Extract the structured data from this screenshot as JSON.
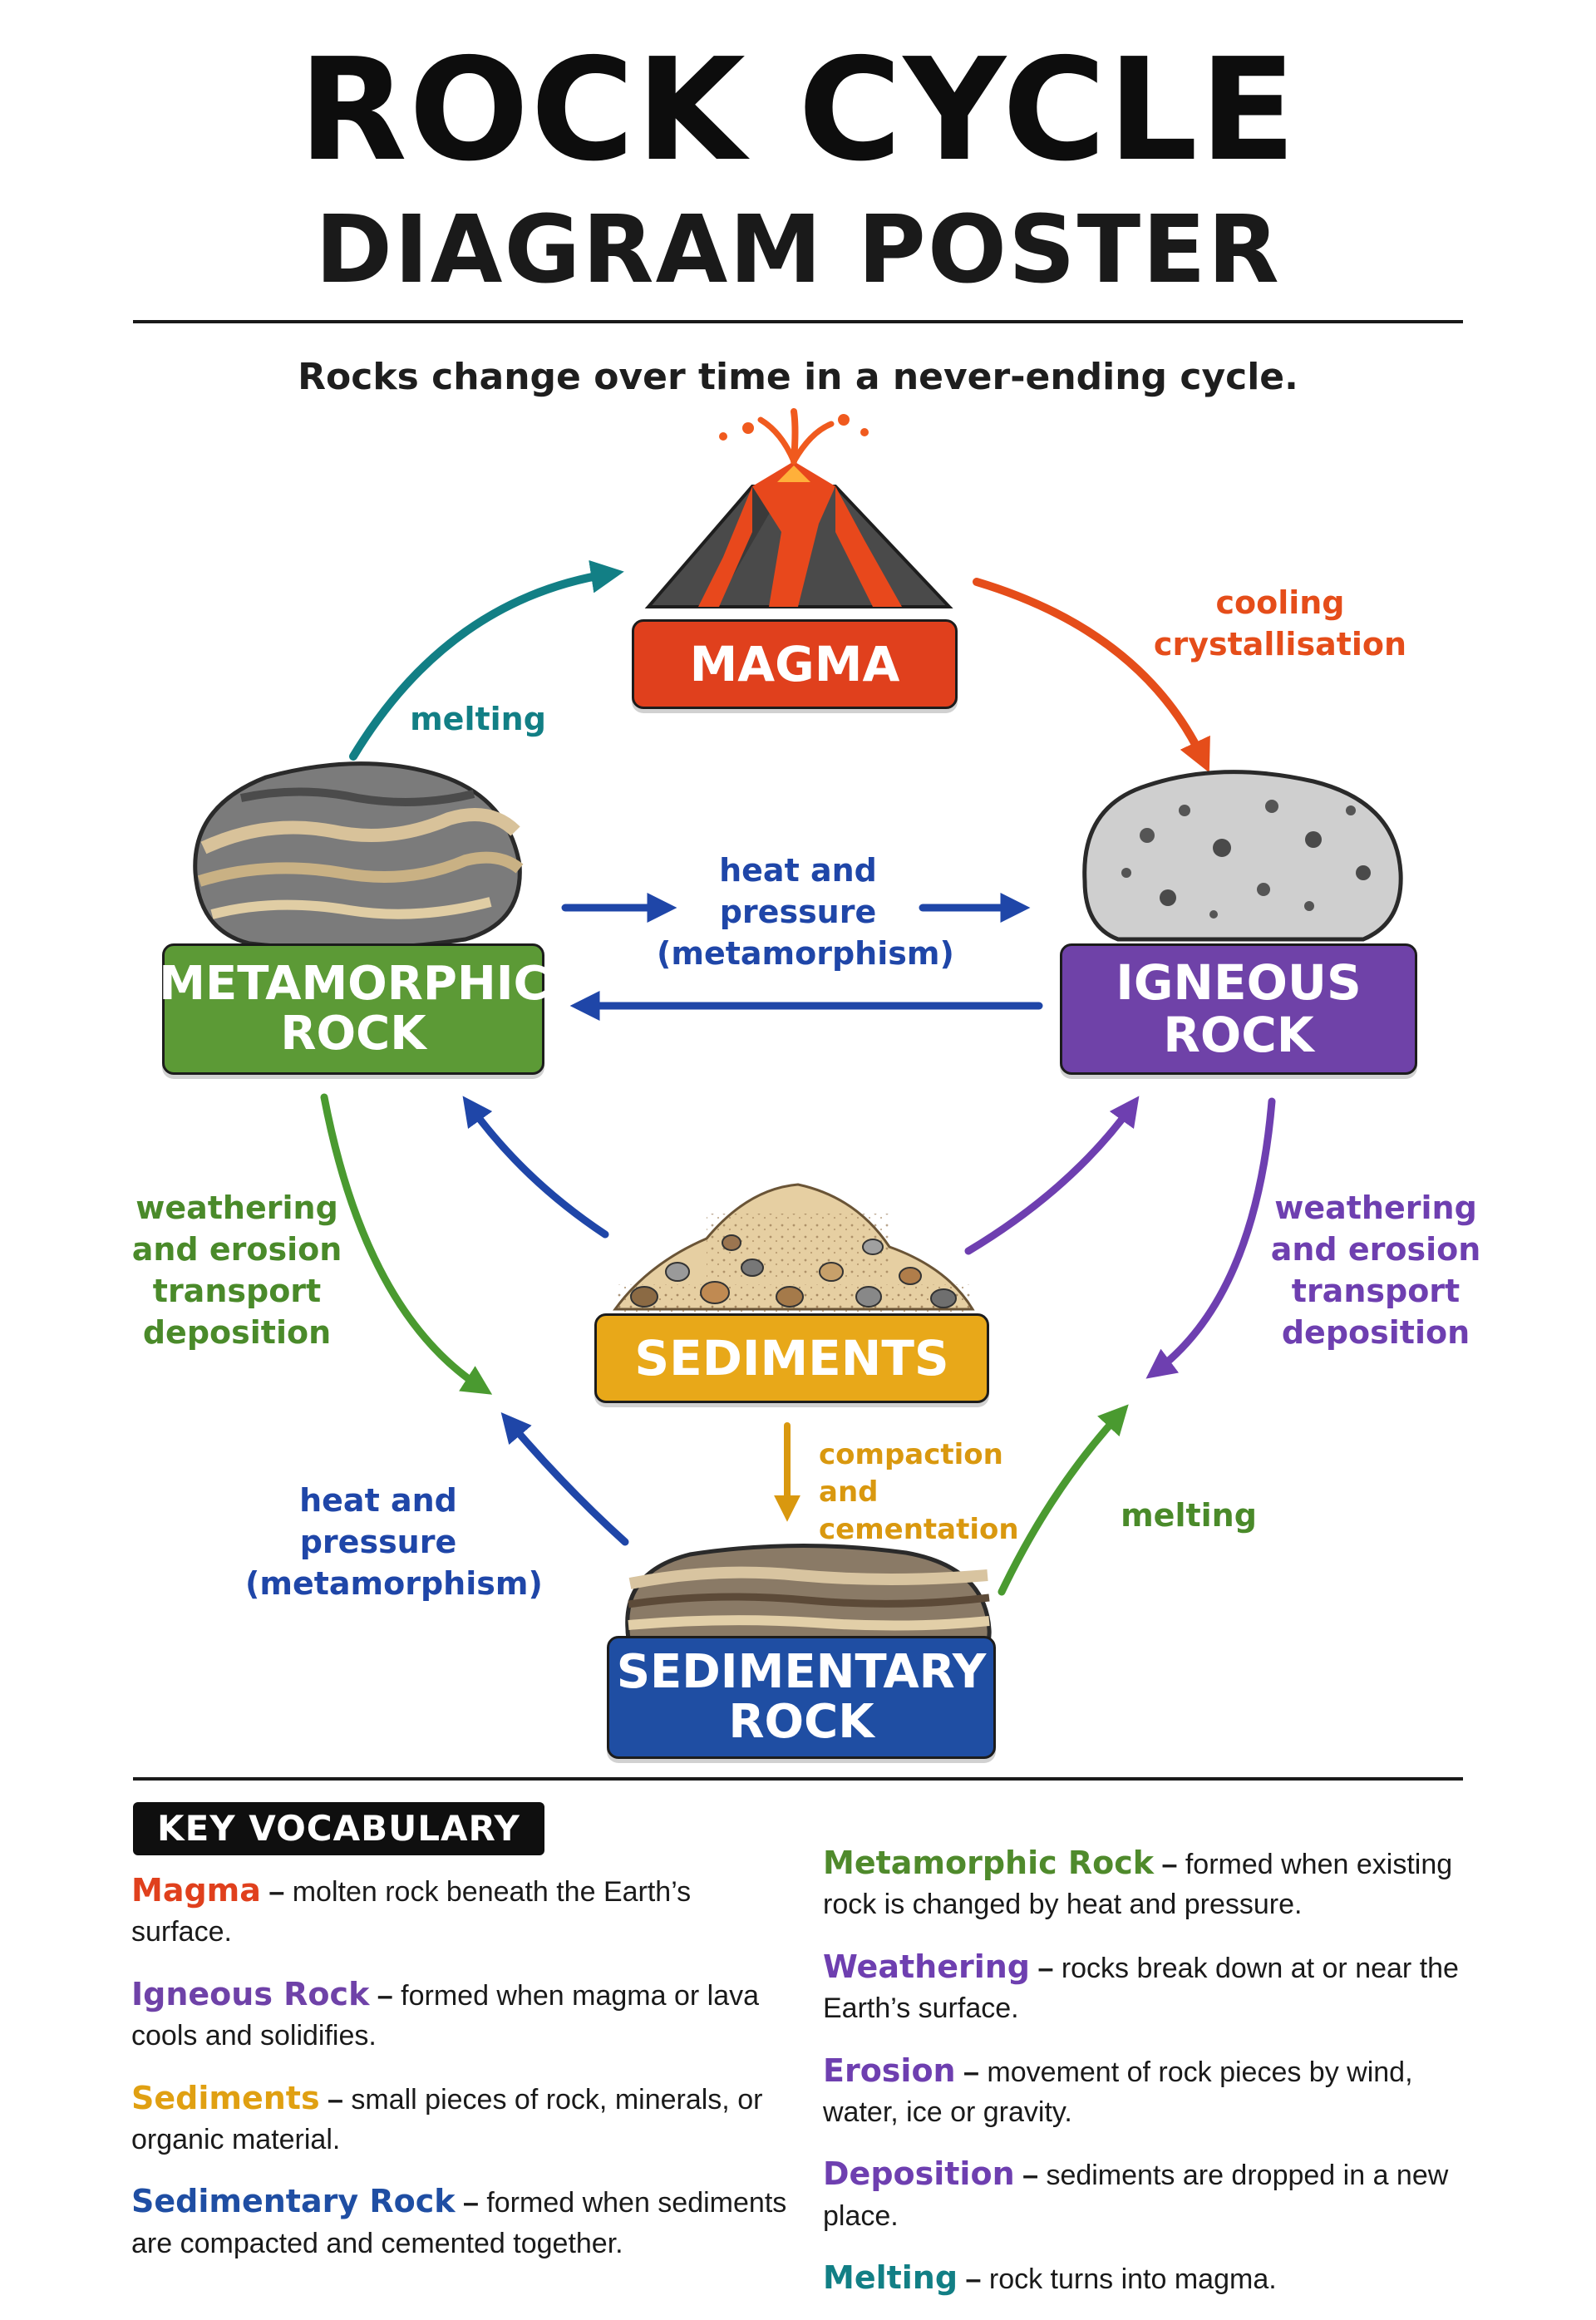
{
  "title": {
    "line1": "ROCK CYCLE",
    "line2": "DIAGRAM POSTER",
    "subtitle": "Rocks change over time in a never-ending cycle."
  },
  "colors": {
    "magma": "#e0401d",
    "igneous": "#6f42a8",
    "metamorphic": "#5c9a36",
    "sediments": "#e8a819",
    "sedimentary": "#1f4ea3",
    "teal": "#127f85",
    "orange_red": "#e54d1a",
    "blue": "#1f46a8",
    "purple": "#6e3fb0",
    "green": "#4a8a2a",
    "amber": "#d9980f"
  },
  "stages": {
    "magma": {
      "label_line1": "MAGMA",
      "icon": "volcano-icon"
    },
    "igneous": {
      "label_line1": "IGNEOUS",
      "label_line2": "ROCK",
      "icon": "igneous-rock-icon"
    },
    "metamorphic": {
      "label_line1": "METAMORPHIC",
      "label_line2": "ROCK",
      "icon": "metamorphic-rock-icon"
    },
    "sediments": {
      "label_line1": "SEDIMENTS",
      "icon": "sediment-pile-icon"
    },
    "sedimentary": {
      "label_line1": "SEDIMENTARY",
      "label_line2": "ROCK",
      "icon": "sedimentary-rock-icon"
    }
  },
  "processes": {
    "melting_top": {
      "line1": "melting"
    },
    "cooling": {
      "line1": "cooling",
      "line2": "crystallisation"
    },
    "heat_pressure_center": {
      "line1": "heat and",
      "line2": "pressure",
      "line3": "(metamorphism)"
    },
    "weathering_left": {
      "line1": "weathering",
      "line2": "and erosion",
      "line3": "transport",
      "line4": "deposition"
    },
    "weathering_right": {
      "line1": "weathering",
      "line2": "and erosion",
      "line3": "transport",
      "line4": "deposition"
    },
    "compaction": {
      "line1": "compaction",
      "line2": "and cementation"
    },
    "heat_pressure_bottom": {
      "line1": "heat and",
      "line2": "pressure",
      "line3": "(metamorphism)"
    },
    "melting_bottom": {
      "line1": "melting"
    }
  },
  "vocabulary": {
    "header": "KEY VOCABULARY",
    "left": [
      {
        "term": "Magma",
        "definition": "molten rock beneath the Earth’s surface.",
        "color": "#e0401d"
      },
      {
        "term": "Igneous Rock",
        "definition": "formed when magma or lava cools and solidifies.",
        "color": "#6f42a8"
      },
      {
        "term": "Sediments",
        "definition": "small pieces of rock, minerals, or organic material.",
        "color": "#e0a012"
      },
      {
        "term": "Sedimentary Rock",
        "definition": "formed when sediments are compacted and cemented together.",
        "color": "#1f4ea3"
      }
    ],
    "right": [
      {
        "term": "Metamorphic Rock",
        "definition": "formed when existing rock is changed by heat and pressure.",
        "color": "#4f8a2c"
      },
      {
        "term": "Weathering",
        "definition": "rocks break down at or near the Earth’s surface.",
        "color": "#6e3fb0"
      },
      {
        "term": "Erosion",
        "definition": "movement of rock pieces by wind, water, ice or gravity.",
        "color": "#6e3fb0"
      },
      {
        "term": "Deposition",
        "definition": "sediments are dropped in a new place.",
        "color": "#6e3fb0"
      },
      {
        "term": "Melting",
        "definition": "rock turns into magma.",
        "color": "#127f85"
      }
    ]
  }
}
